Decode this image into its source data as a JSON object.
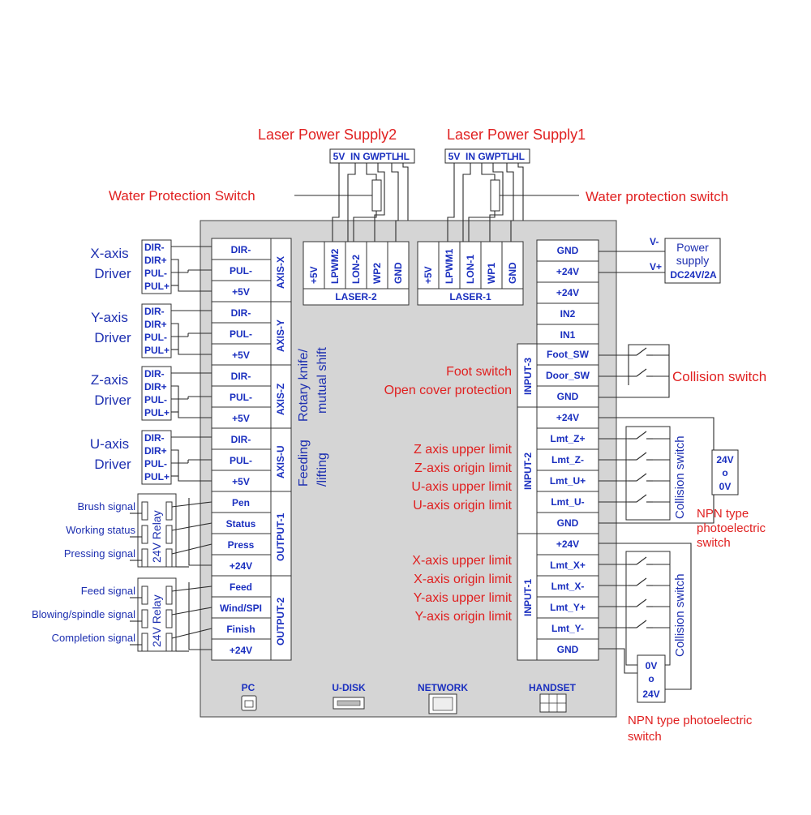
{
  "laser_supplies": [
    {
      "title": "Laser Power Supply2",
      "pins": [
        "5V",
        "IN",
        "G",
        "WP",
        "TL",
        "HL"
      ]
    },
    {
      "title": "Laser Power Supply1",
      "pins": [
        "5V",
        "IN",
        "G",
        "WP",
        "TL",
        "HL"
      ]
    }
  ],
  "water_labels": [
    "Water Protection Switch",
    "Water protection switch"
  ],
  "laser_connectors": [
    {
      "name": "LASER-2",
      "pins": [
        "+5V",
        "LPWM2",
        "LON-2",
        "WP2",
        "GND"
      ]
    },
    {
      "name": "LASER-1",
      "pins": [
        "+5V",
        "LPWM1",
        "LON-1",
        "WP1",
        "GND"
      ]
    }
  ],
  "axes": [
    {
      "name": "AXIS-X",
      "pins": [
        "DIR-",
        "PUL-",
        "+5V"
      ],
      "driver": [
        "X-axis",
        "Driver"
      ]
    },
    {
      "name": "AXIS-Y",
      "pins": [
        "DIR-",
        "PUL-",
        "+5V"
      ],
      "driver": [
        "Y-axis",
        "Driver"
      ]
    },
    {
      "name": "AXIS-Z",
      "pins": [
        "DIR-",
        "PUL-",
        "+5V"
      ],
      "driver": [
        "Z-axis",
        "Driver"
      ]
    },
    {
      "name": "AXIS-U",
      "pins": [
        "DIR-",
        "PUL-",
        "+5V"
      ],
      "driver": [
        "U-axis",
        "Driver"
      ]
    }
  ],
  "driver_pins": [
    "DIR-",
    "DIR+",
    "PUL-",
    "PUL+"
  ],
  "feeding_text": [
    "Feeding",
    "/lifting"
  ],
  "rotary_text": [
    "Rotary knife/",
    "mutual shift"
  ],
  "outputs": [
    {
      "name": "OUTPUT-1",
      "pins": [
        "Pen",
        "Status",
        "Press",
        "+24V"
      ],
      "signals": [
        "Brush signal",
        "Working status",
        "Pressing signal"
      ]
    },
    {
      "name": "OUTPUT-2",
      "pins": [
        "Feed",
        "Wind/SPI",
        "Finish",
        "+24V"
      ],
      "signals": [
        "Feed signal",
        "Blowing/spindle signal",
        "Completion signal"
      ]
    }
  ],
  "relay_label": "24V Relay",
  "power_pins": [
    "GND",
    "+24V",
    "+24V",
    "IN2",
    "IN1"
  ],
  "power_supply": {
    "title": [
      "Power",
      "supply"
    ],
    "rating": "DC24V/2A",
    "vminus": "V-",
    "vplus": "V+"
  },
  "inputs": [
    {
      "name": "INPUT-3",
      "pins": [
        "Foot_SW",
        "Door_SW",
        "GND"
      ]
    },
    {
      "name": "INPUT-2",
      "pins": [
        "+24V",
        "Lmt_Z+",
        "Lmt_Z-",
        "Lmt_U+",
        "Lmt_U-",
        "GND"
      ]
    },
    {
      "name": "INPUT-1",
      "pins": [
        "+24V",
        "Lmt_X+",
        "Lmt_X-",
        "Lmt_Y+",
        "Lmt_Y-",
        "GND"
      ]
    }
  ],
  "input_labels": {
    "input3": [
      "Foot switch",
      "Open cover protection"
    ],
    "input2": [
      "Z axis upper limit",
      "Z-axis origin limit",
      "U-axis upper limit",
      "U-axis origin limit"
    ],
    "input1": [
      "X-axis upper limit",
      "X-axis origin limit",
      "Y-axis upper limit",
      "Y-axis origin limit"
    ]
  },
  "collision_labels": [
    "Collision switch",
    "Collision switch",
    "Collision switch"
  ],
  "npn_boxes": [
    [
      "24V",
      "o",
      "0V"
    ],
    [
      "0V",
      "o",
      "24V"
    ]
  ],
  "npn_labels": [
    [
      "NPN type",
      "photoelectric",
      "switch"
    ],
    [
      "NPN type photoelectric",
      "switch"
    ]
  ],
  "ports": [
    "PC",
    "U-DISK",
    "NETWORK",
    "HANDSET"
  ],
  "colors": {
    "label_blue": "#1d2fb0",
    "pin_blue": "#1a2fbf",
    "annotation_red": "#e02020",
    "panel": "#d5d5d5"
  }
}
